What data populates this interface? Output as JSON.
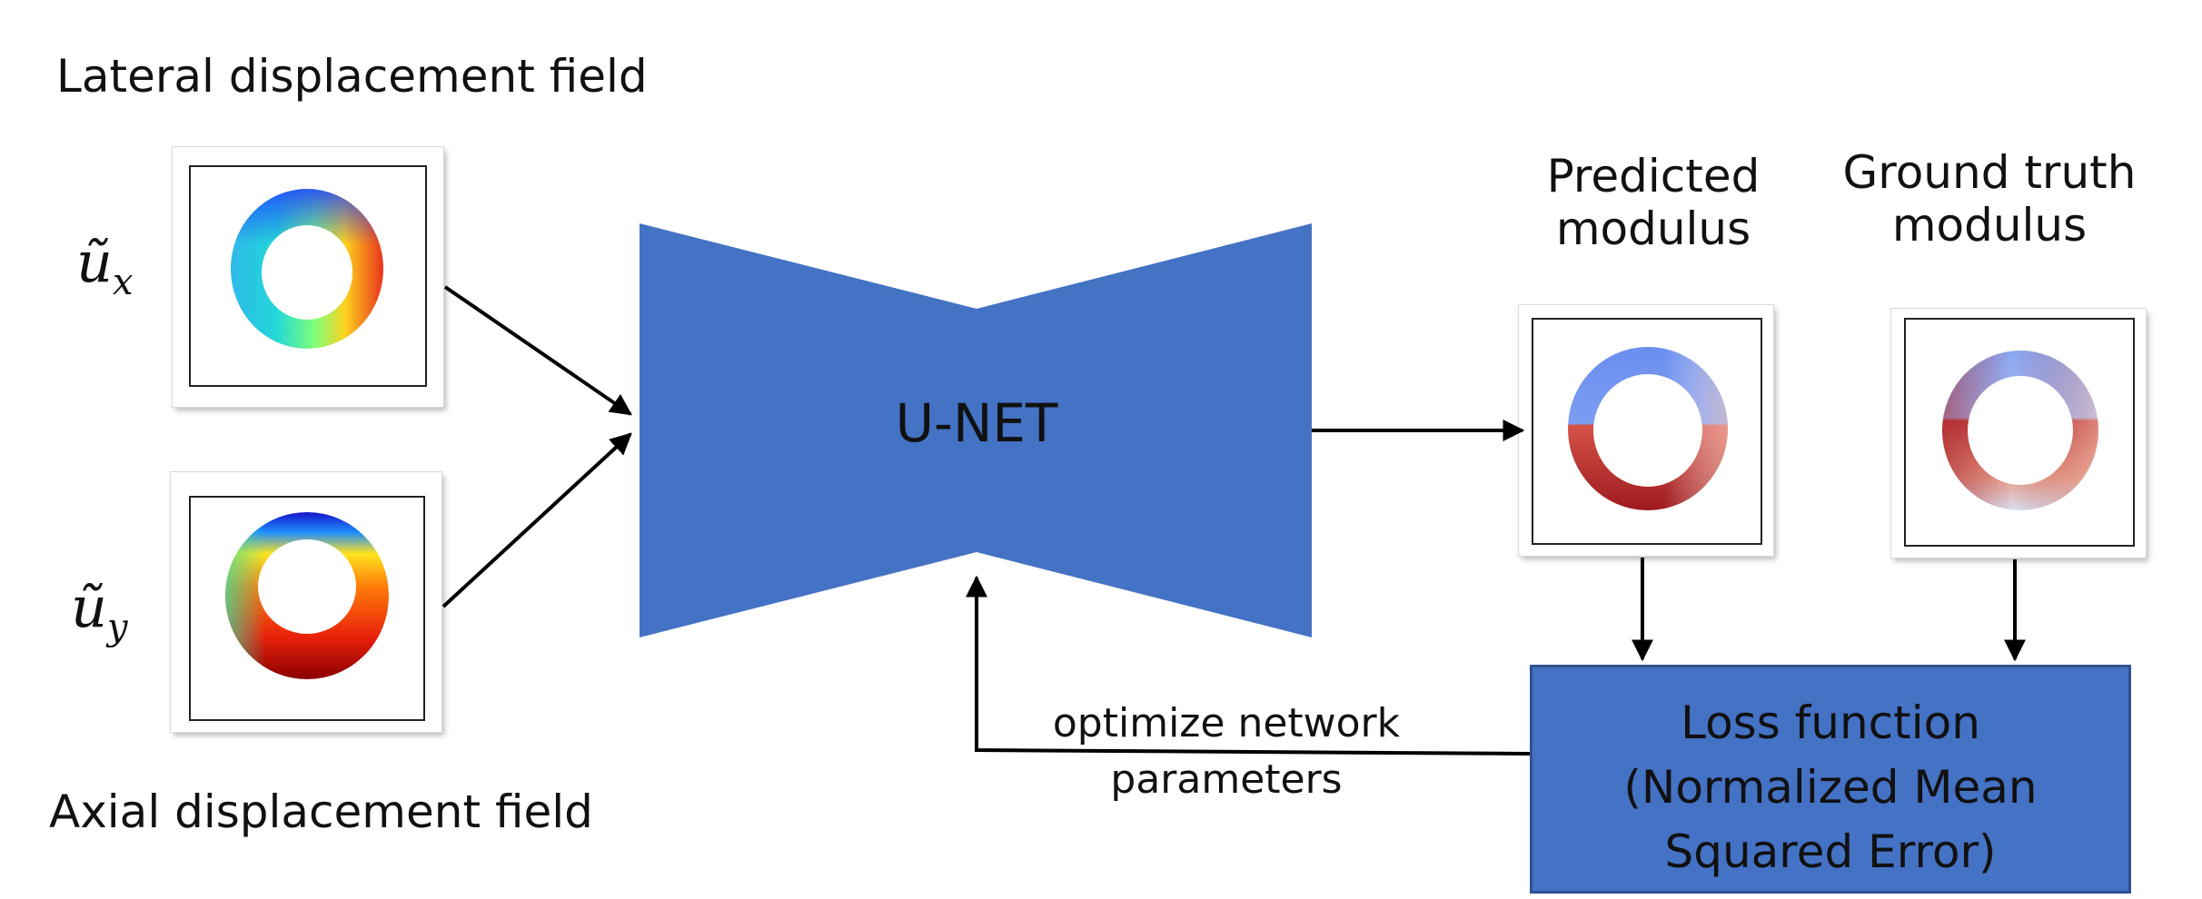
{
  "inputs": {
    "lateral_title": "Lateral displacement field",
    "axial_title": "Axial displacement field",
    "ux_symbol": "ũ",
    "ux_subscript": "x",
    "uy_symbol": "ũ",
    "uy_subscript": "y"
  },
  "network": {
    "label": "U-NET",
    "color": "#4472c4"
  },
  "outputs": {
    "predicted_line1": "Predicted",
    "predicted_line2": "modulus",
    "ground_truth_line1": "Ground truth",
    "ground_truth_line2": "modulus"
  },
  "loss": {
    "line1": "Loss function",
    "line2": "(Normalized Mean",
    "line3": "Squared Error)",
    "color": "#4472c4"
  },
  "feedback": {
    "line1": "optimize network",
    "line2": "parameters"
  }
}
